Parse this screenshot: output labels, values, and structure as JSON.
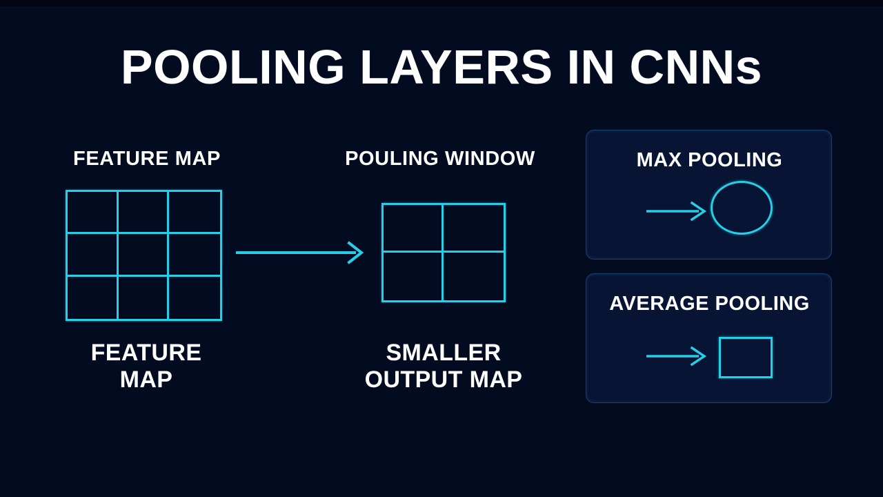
{
  "slide": {
    "title": "POOLING LAYERS IN CNNs",
    "background_color": "#030b20",
    "accent_color": "#26cfe8",
    "text_color": "#ffffff",
    "panel_border_color": "#1b3f6e",
    "panel_fill_color": "#071434"
  },
  "feature_map": {
    "heading": "FEATURE MAP",
    "caption": "FEATURE\nMAP",
    "grid_rows": 3,
    "grid_cols": 3
  },
  "pooling_window": {
    "heading": "POULING WINDOW",
    "caption": "SMALLER\nOUTPUT MAP",
    "grid_rows": 2,
    "grid_cols": 2
  },
  "flow": {
    "main_arrow_icon": "arrow-right-icon"
  },
  "panels": [
    {
      "id": "max-pooling",
      "title": "MAX POOLING",
      "arrow_icon": "arrow-right-icon",
      "shape": "circle",
      "shape_icon": "circle-outline-icon"
    },
    {
      "id": "average-pooling",
      "title": "AVERAGE POOLING",
      "arrow_icon": "arrow-right-icon",
      "shape": "square",
      "shape_icon": "square-outline-icon"
    }
  ]
}
